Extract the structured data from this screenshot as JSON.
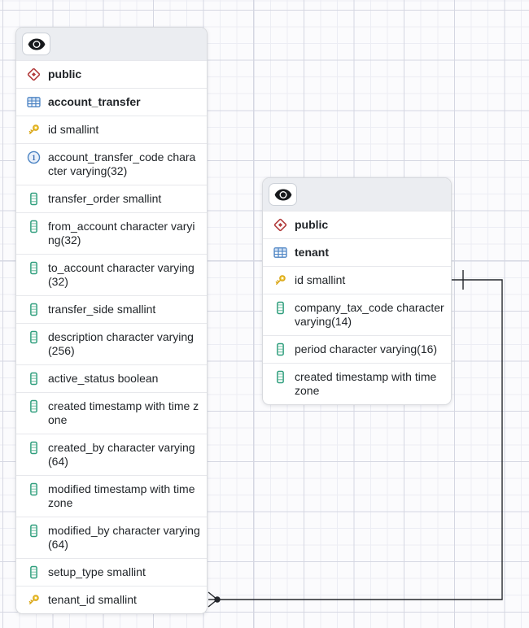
{
  "colors": {
    "canvas_bg": "#fbfbfd",
    "grid_minor": "#ecedf4",
    "grid_major": "#d5d7e2",
    "node_header_bg": "#ebedf1",
    "schema_icon": "#b23c3c",
    "table_icon": "#4b83c3",
    "primary_key_icon": "#d9a514",
    "unique_key_icon": "#4b83c3",
    "column_icon": "#2f9e7d",
    "relation_line": "#24272c"
  },
  "nodes": [
    {
      "schema": "public",
      "table": "account_transfer",
      "header_button": "show-details",
      "columns": [
        {
          "icon": "primary-key-icon",
          "label": "id smallint"
        },
        {
          "icon": "unique-key-icon",
          "label": "account_transfer_code character varying(32)"
        },
        {
          "icon": "column-icon",
          "label": "transfer_order smallint"
        },
        {
          "icon": "column-icon",
          "label": "from_account character varying(32)"
        },
        {
          "icon": "column-icon",
          "label": "to_account character varying(32)"
        },
        {
          "icon": "column-icon",
          "label": "transfer_side smallint"
        },
        {
          "icon": "column-icon",
          "label": "description character varying(256)"
        },
        {
          "icon": "column-icon",
          "label": "active_status boolean"
        },
        {
          "icon": "column-icon",
          "label": "created timestamp with time zone"
        },
        {
          "icon": "column-icon",
          "label": "created_by character varying(64)"
        },
        {
          "icon": "column-icon",
          "label": "modified timestamp with time zone"
        },
        {
          "icon": "column-icon",
          "label": "modified_by character varying(64)"
        },
        {
          "icon": "column-icon",
          "label": "setup_type smallint"
        },
        {
          "icon": "primary-key-icon",
          "label": "tenant_id smallint"
        }
      ]
    },
    {
      "schema": "public",
      "table": "tenant",
      "header_button": "show-details",
      "columns": [
        {
          "icon": "primary-key-icon",
          "label": "id smallint"
        },
        {
          "icon": "column-icon",
          "label": "company_tax_code character varying(14)"
        },
        {
          "icon": "column-icon",
          "label": "period character varying(16)"
        },
        {
          "icon": "column-icon",
          "label": "created timestamp with time zone"
        }
      ]
    }
  ],
  "relationship": {
    "from_table": "tenant",
    "from_column": "id",
    "from_cardinality": "one",
    "to_table": "account_transfer",
    "to_column": "tenant_id",
    "to_cardinality": "many"
  }
}
